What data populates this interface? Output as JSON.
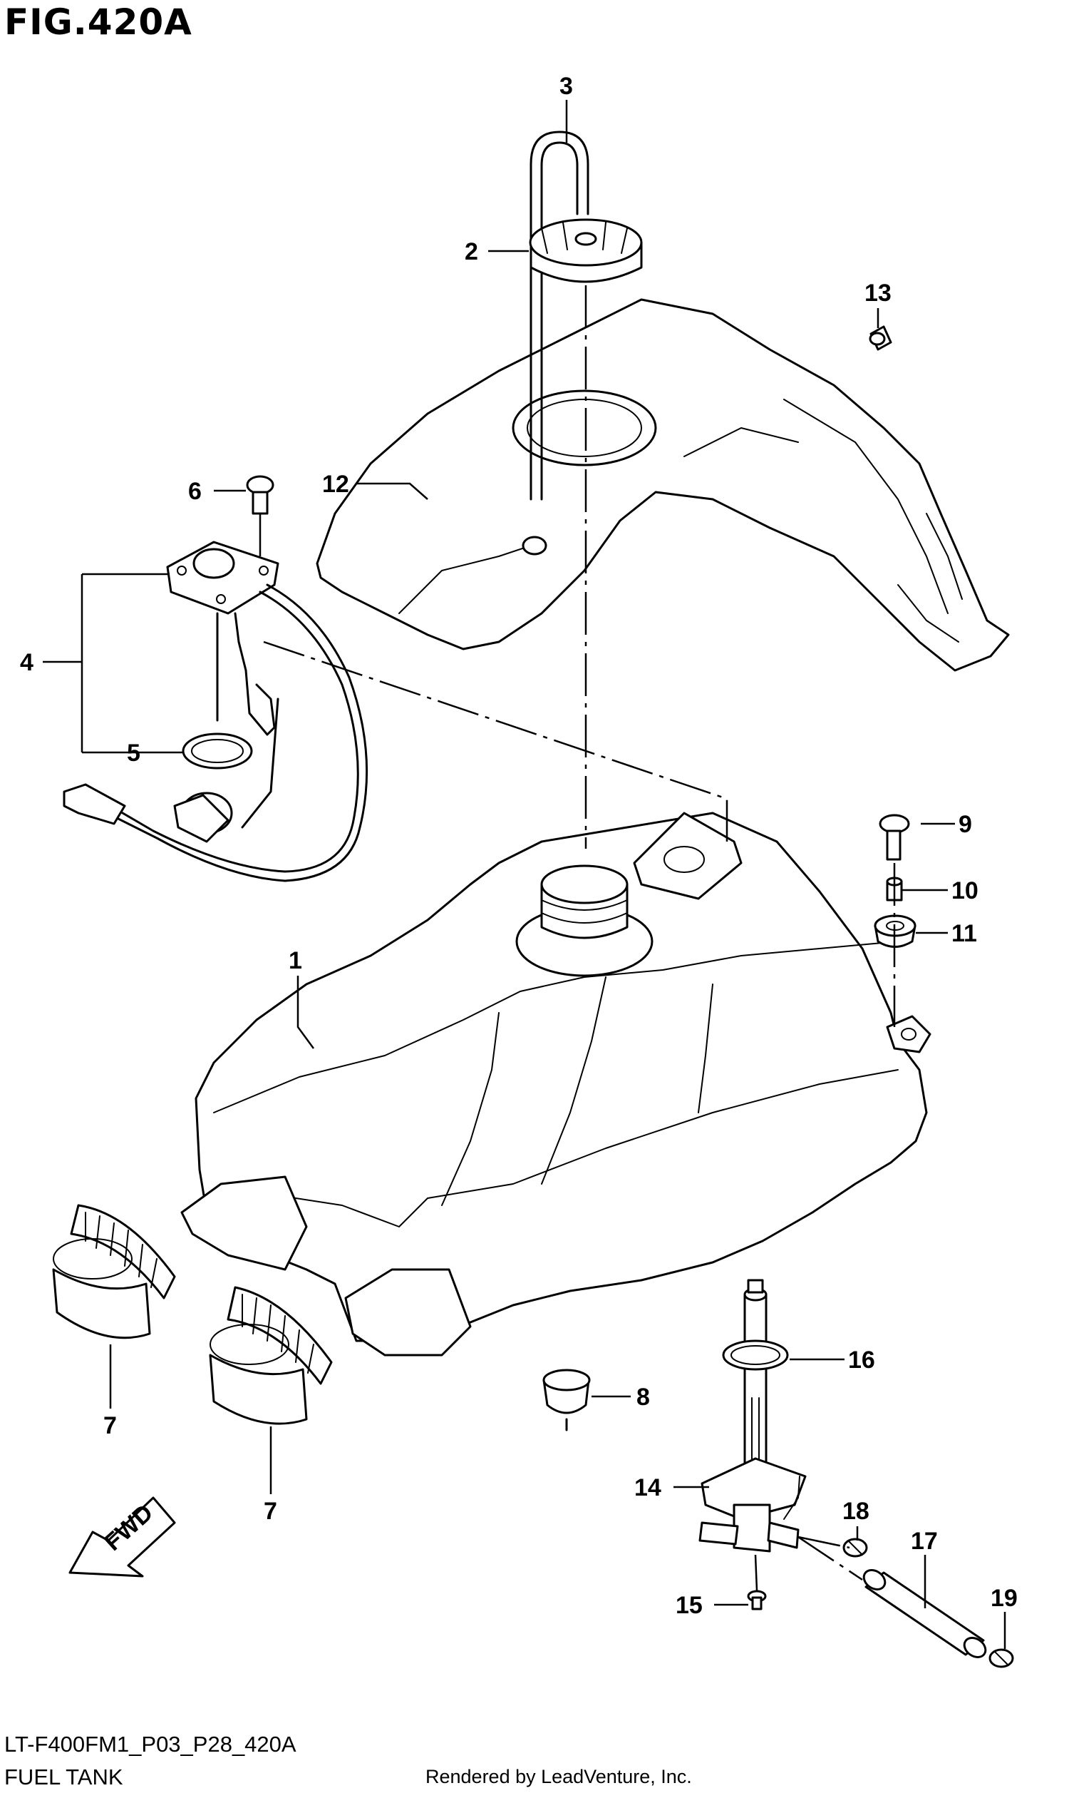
{
  "figure": {
    "title": "FIG.420A",
    "model_code": "LT-F400FM1_P03_P28_420A",
    "caption": "FUEL TANK",
    "credit": "Rendered by LeadVenture, Inc.",
    "fwd_label": "FWD"
  },
  "callouts": [
    "3",
    "2",
    "13",
    "12",
    "6",
    "4",
    "5",
    "9",
    "10",
    "11",
    "1",
    "16",
    "8",
    "7",
    "7",
    "14",
    "18",
    "17",
    "19",
    "15"
  ]
}
